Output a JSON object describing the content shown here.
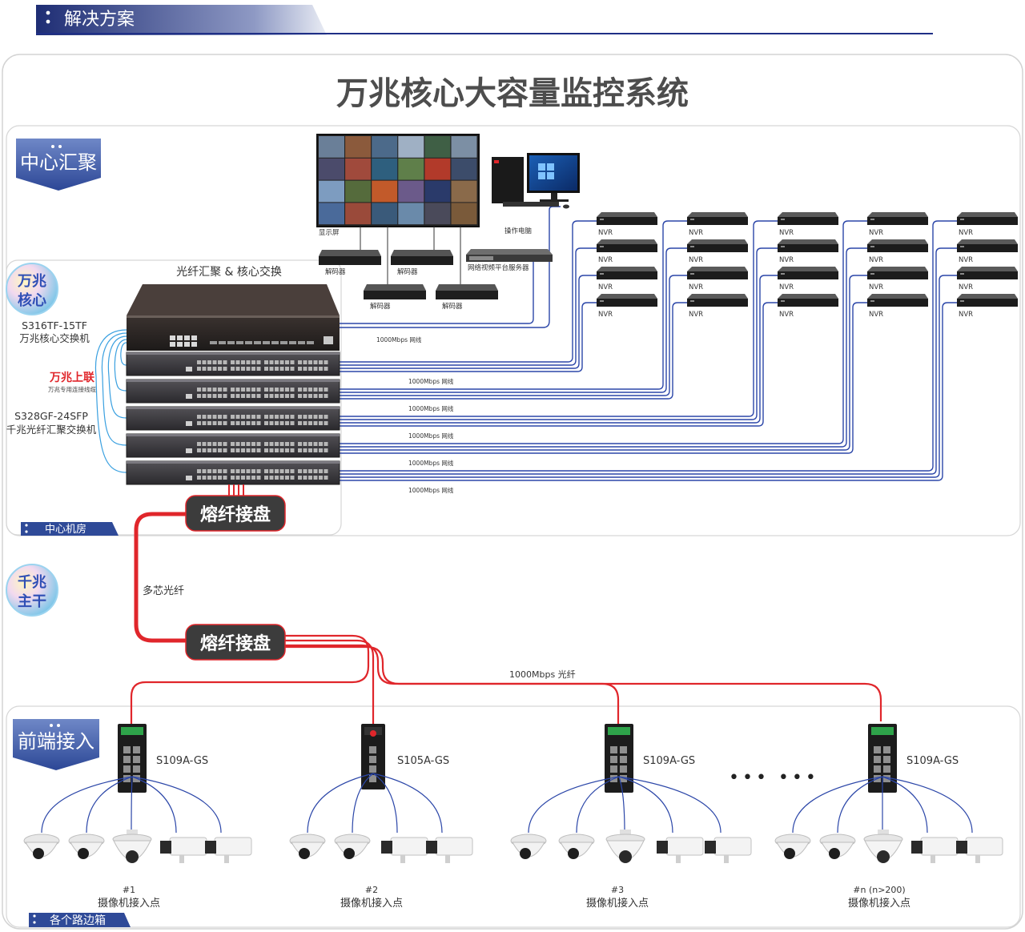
{
  "header": {
    "section_title": "解决方案"
  },
  "title": "万兆核心大容量监控系统",
  "zones": {
    "center": {
      "badge": "中心汇聚",
      "room": "中心机房"
    },
    "trunk_badge": [
      "千兆",
      "主干"
    ],
    "core_badge": [
      "万兆",
      "核心"
    ],
    "front": {
      "badge": "前端接入",
      "roadside": "各个路边箱"
    }
  },
  "core": {
    "caption": "光纤汇聚 & 核心交换",
    "core_model": "S316TF-15TF",
    "core_desc": "万兆核心交换机",
    "uplink_title": "万兆上联",
    "uplink_sub": "万兆专用连接线缆",
    "agg_model": "S328GF-24SFP",
    "agg_desc": "千兆光纤汇聚交换机"
  },
  "center_devices": {
    "display": "显示屏",
    "pc": "操作电脑",
    "server": "网络视频平台服务器",
    "decoder": "解码器",
    "nvr": "NVR",
    "link_label": "1000Mbps 网线"
  },
  "fiber": {
    "splice": "熔纤接盘",
    "multicore": "多芯光纤",
    "link_label": "1000Mbps 光纤"
  },
  "access": {
    "points": [
      {
        "model": "S109A-GS",
        "num": "#1",
        "label": "摄像机接入点"
      },
      {
        "model": "S105A-GS",
        "num": "#2",
        "label": "摄像机接入点"
      },
      {
        "model": "S109A-GS",
        "num": "#3",
        "label": "摄像机接入点"
      },
      {
        "model": "S109A-GS",
        "num": "#n (n>200)",
        "label": "摄像机接入点"
      }
    ],
    "ellipsis": "••• •••"
  },
  "colors": {
    "navy": "#1f2f86",
    "red": "#e0262b",
    "blue_cable": "#2b46a8",
    "light_blue": "#3aa0e0",
    "badge": "#3b59a6"
  }
}
